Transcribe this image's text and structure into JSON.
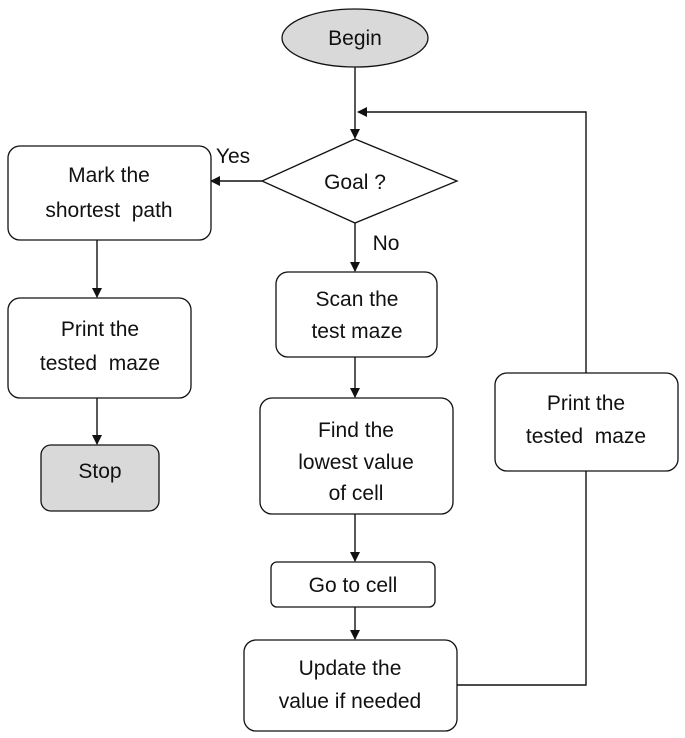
{
  "nodes": {
    "begin": "Begin",
    "goal": "Goal ?",
    "mark_line1": "Mark the",
    "mark_line2": "shortest  path",
    "print_left_line1": "Print the",
    "print_left_line2": "tested  maze",
    "stop": "Stop",
    "scan_line1": "Scan the",
    "scan_line2": "test maze",
    "find_line1": "Find the",
    "find_line2": "lowest value",
    "find_line3": "of cell",
    "goto": "Go to cell",
    "update_line1": "Update the",
    "update_line2": "value if needed",
    "print_right_line1": "Print the",
    "print_right_line2": "tested  maze"
  },
  "edges": {
    "yes": "Yes",
    "no": "No"
  },
  "colors": {
    "terminal_fill": "#d9d9d9",
    "process_fill": "#ffffff",
    "stroke": "#111111"
  }
}
